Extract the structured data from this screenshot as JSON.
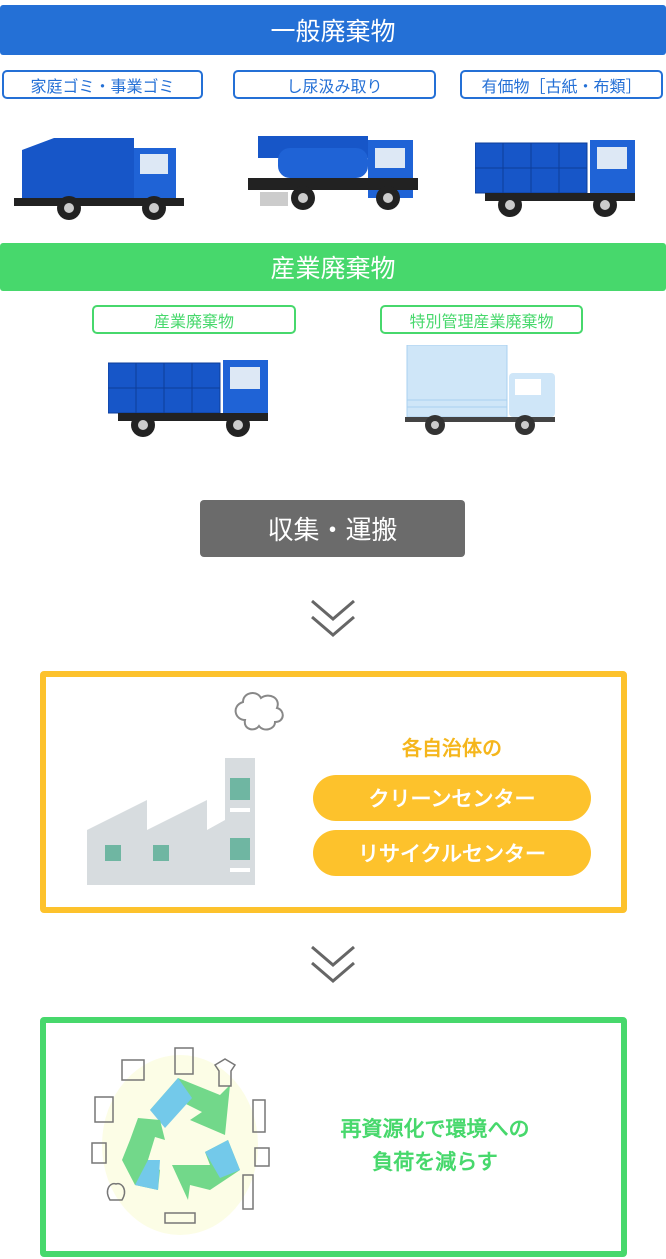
{
  "general_waste": {
    "title": "一般廃棄物",
    "color": "#2470d6",
    "categories": [
      "家庭ゴミ・事業ゴミ",
      "し尿汲み取り",
      "有価物［古紙・布類］"
    ]
  },
  "industrial_waste": {
    "title": "産業廃棄物",
    "color": "#47d86c",
    "categories": [
      "産業廃棄物",
      "特別管理産業廃棄物"
    ]
  },
  "collection": {
    "label": "収集・運搬"
  },
  "facility": {
    "heading": "各自治体の",
    "centers": [
      "クリーンセンター",
      "リサイクルセンター"
    ],
    "color": "#fdc22c"
  },
  "outcome": {
    "lines": [
      "再資源化で環境への",
      "負荷を減らす"
    ],
    "color": "#47d86c"
  }
}
